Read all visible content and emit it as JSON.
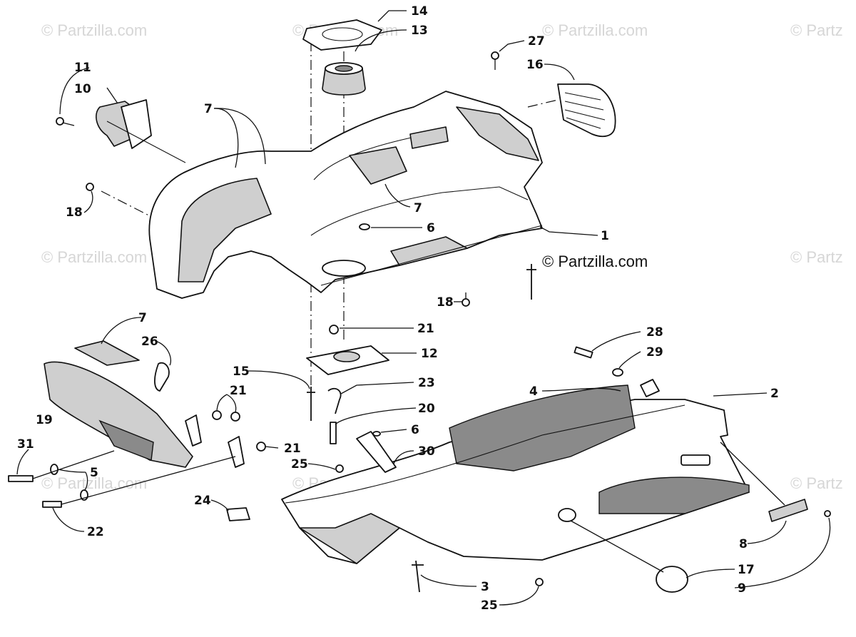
{
  "watermarks": {
    "text": "© Partzilla.com",
    "short": "© Partz",
    "main": "© Partzilla.com"
  },
  "callouts": {
    "c1": "1",
    "c2": "2",
    "c3": "3",
    "c4": "4",
    "c5": "5",
    "c6a": "6",
    "c6b": "6",
    "c7a": "7",
    "c7b": "7",
    "c7c": "7",
    "c8": "8",
    "c9": "9",
    "c10": "10",
    "c11": "11",
    "c12": "12",
    "c13": "13",
    "c14": "14",
    "c15": "15",
    "c16": "16",
    "c17": "17",
    "c18a": "18",
    "c18b": "18",
    "c19": "19",
    "c20": "20",
    "c21a": "21",
    "c21b": "21",
    "c21c": "21",
    "c22": "22",
    "c23": "23",
    "c24": "24",
    "c25a": "25",
    "c25b": "25",
    "c26": "26",
    "c27": "27",
    "c28": "28",
    "c29": "29",
    "c30": "30",
    "c31": "31"
  }
}
